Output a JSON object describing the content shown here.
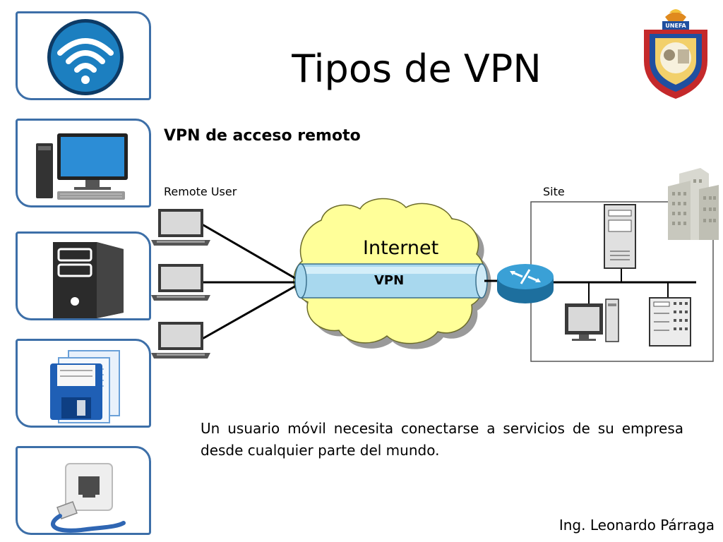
{
  "slide": {
    "title": "Tipos de VPN",
    "subtitle": "VPN de acceso remoto",
    "description": "Un usuario móvil necesita conectarse a servicios de su empresa desde cualquier parte del mundo.",
    "author": "Ing. Leonardo Párraga"
  },
  "diagram": {
    "remote_user_label": "Remote User",
    "site_label": "Site",
    "cloud_label": "Internet",
    "tunnel_label": "VPN"
  },
  "logo": {
    "text": "UNEFA"
  },
  "sidebar": {
    "tiles": [
      {
        "icon": "wifi-icon"
      },
      {
        "icon": "desktop-computer-icon"
      },
      {
        "icon": "server-icon"
      },
      {
        "icon": "floppy-documents-icon"
      },
      {
        "icon": "network-port-icon"
      }
    ]
  },
  "colors": {
    "tile_border": "#3d6fa8",
    "cloud_fill": "#ffff99",
    "tunnel_fill": "#a8d8ee",
    "router_fill": "#2f8fc4"
  }
}
